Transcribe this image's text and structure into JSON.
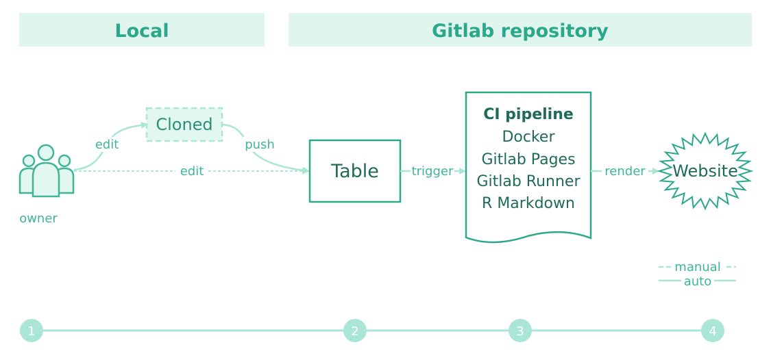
{
  "headers": {
    "local": "Local",
    "gitlab": "Gitlab repository"
  },
  "nodes": {
    "owner": "owner",
    "cloned": "Cloned",
    "table": "Table",
    "pipeline": {
      "title": "CI pipeline",
      "items": [
        "Docker",
        "Gitlab Pages",
        "Gitlab Runner",
        "R Markdown"
      ]
    },
    "website": "Website"
  },
  "edges": {
    "edit_clone": "edit",
    "edit_direct": "edit",
    "push": "push",
    "trigger": "trigger",
    "render": "render"
  },
  "legend": {
    "manual": "manual",
    "auto": "auto"
  },
  "timeline": [
    "1",
    "2",
    "3",
    "4"
  ],
  "colors": {
    "header_bg": "#dff5ee",
    "accent": "#2aa889",
    "line_light": "#a9e6d6",
    "node_fill": "#e3f7f1"
  },
  "icons": {
    "owner": "users-group-icon",
    "website": "starburst-icon"
  }
}
